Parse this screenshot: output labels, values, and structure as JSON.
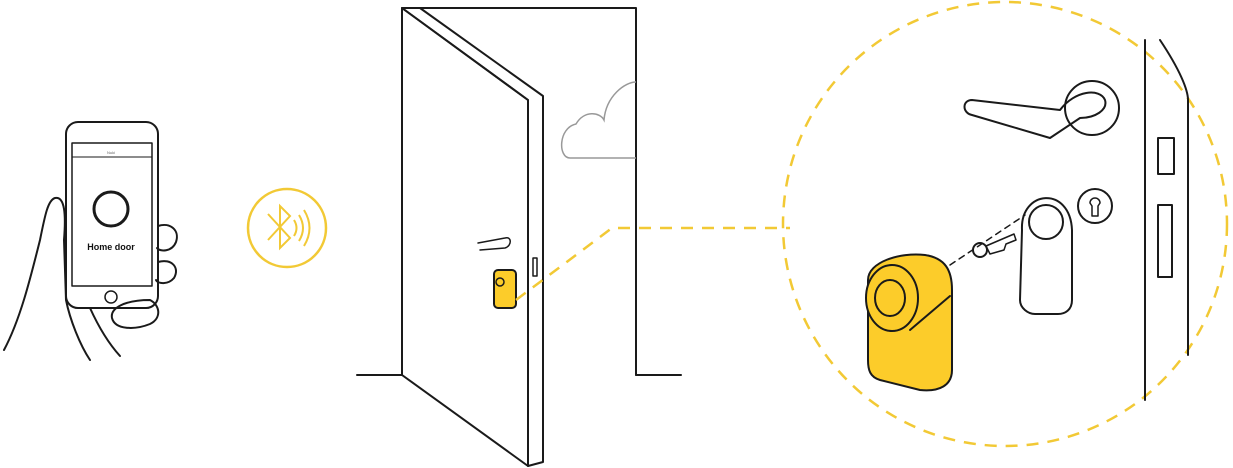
{
  "phone": {
    "header_title": "Nuki",
    "lock_label": "Home door"
  },
  "colors": {
    "accent": "#fccc2a",
    "dashed_circle": "#f2c935",
    "line": "#1a1a1a",
    "cloud": "#999999"
  },
  "icons": [
    "hand-holding-phone",
    "bluetooth-icon",
    "door-icon",
    "cloud-icon",
    "smart-lock-icon",
    "key-icon",
    "door-handle-icon",
    "lock-cylinder-icon"
  ]
}
